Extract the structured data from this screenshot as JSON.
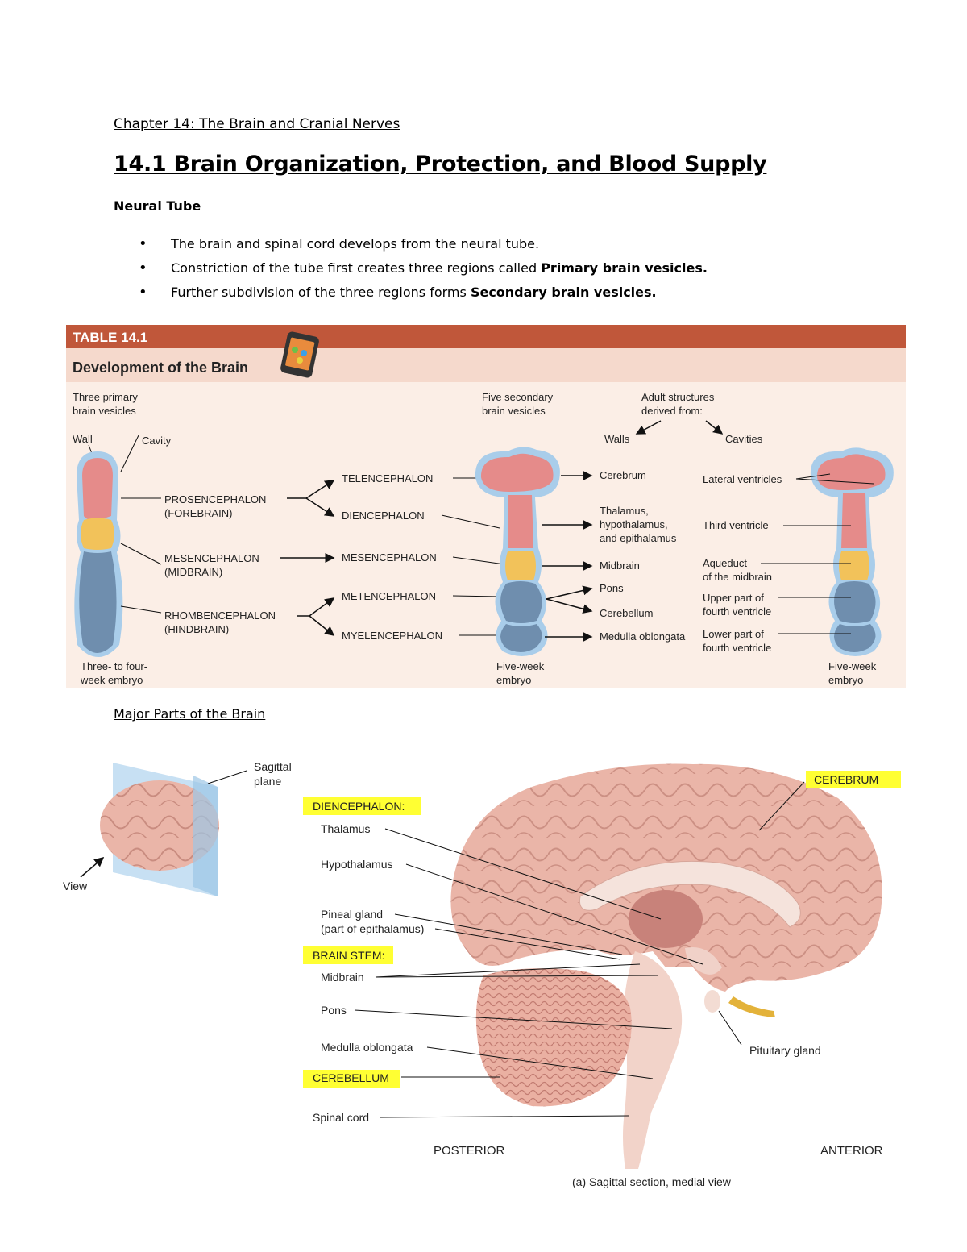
{
  "document": {
    "chapter_title": "Chapter 14: The Brain and Cranial Nerves",
    "section_title": "14.1 Brain Organization, Protection, and Blood Supply",
    "subheading": "Neural Tube",
    "bullets": [
      {
        "pre": "The brain and spinal cord develops from the neural tube.",
        "bold": "",
        "post": ""
      },
      {
        "pre": "Constriction of the tube first creates three regions called ",
        "bold": "Primary brain vesicles.",
        "post": ""
      },
      {
        "pre": "Further subdivision of the three regions forms ",
        "bold": "Secondary brain vesicles.",
        "post": ""
      }
    ],
    "major_parts_heading": "Major Parts of the Brain"
  },
  "table": {
    "label": "TABLE 14.1",
    "title": "Development of the Brain",
    "col1_header": [
      "Three primary",
      "brain vesicles"
    ],
    "col2_header": [
      "Five secondary",
      "brain vesicles"
    ],
    "adult_header": [
      "Adult structures",
      "derived from:"
    ],
    "walls": "Walls",
    "cavities": "Cavities",
    "wall": "Wall",
    "cavity": "Cavity",
    "primary": [
      [
        "PROSENCEPHALON",
        "(FOREBRAIN)"
      ],
      [
        "MESENCEPHALON",
        "(MIDBRAIN)"
      ],
      [
        "RHOMBENCEPHALON",
        "(HINDBRAIN)"
      ]
    ],
    "secondary": [
      "TELENCEPHALON",
      "DIENCEPHALON",
      "MESENCEPHALON",
      "METENCEPHALON",
      "MYELENCEPHALON"
    ],
    "walls_list": [
      "Cerebrum",
      "Thalamus,",
      "hypothalamus,",
      "and epithalamus",
      "Midbrain",
      "Pons",
      "Cerebellum",
      "Medulla oblongata"
    ],
    "cavities_list": [
      "Lateral ventricles",
      "Third ventricle",
      "Aqueduct",
      "of the midbrain",
      "Upper part of",
      "fourth ventricle",
      "Lower part of",
      "fourth ventricle"
    ],
    "embryo1": [
      "Three- to four-",
      "week embryo"
    ],
    "embryo2": [
      "Five-week",
      "embryo"
    ],
    "embryo3": [
      "Five-week",
      "embryo"
    ]
  },
  "brain_figure": {
    "sagittal_plane": [
      "Sagittal",
      "plane"
    ],
    "view": "View",
    "diencephalon": "DIENCEPHALON:",
    "thalamus": "Thalamus",
    "hypothalamus": "Hypothalamus",
    "pineal": [
      "Pineal gland",
      "(part of epithalamus)"
    ],
    "brain_stem": "BRAIN STEM:",
    "midbrain": "Midbrain",
    "pons": "Pons",
    "medulla": "Medulla oblongata",
    "cerebellum": "CEREBELLUM",
    "spinal_cord": "Spinal cord",
    "cerebrum": "CEREBRUM",
    "pituitary": "Pituitary gland",
    "posterior": "POSTERIOR",
    "anterior": "ANTERIOR",
    "caption": "(a) Sagittal section, medial view"
  },
  "colors": {
    "table_banner": "#c0573a",
    "table_header_bg": "#f5d9cc",
    "table_body_bg": "#fbeee6",
    "highlight": "#ffff33",
    "brain_pink": "#eab5a8",
    "vesicle_pink": "#e58b8a",
    "vesicle_yellow": "#f2c25a",
    "vesicle_blue": "#6f8eae"
  }
}
